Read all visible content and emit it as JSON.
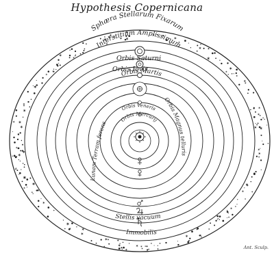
{
  "title": "Hypothesis Copernicana",
  "signature": "Ant. Sculp.",
  "labels": {
    "sphaera": "Sphæra Stellarum Fixarum",
    "interstitium": "Interstitium Amplissimum",
    "saturn": "Orbis Saturni",
    "jupiter": "Orbis Iovis",
    "mars": "Orbis Martis",
    "magnus": "Orbis Magnus telluris",
    "lunam": "Lunam Terram ferens",
    "venus": "Orbis Veneris",
    "mercury": "Orbis Mercurij",
    "stellis": "Stellis vacuum",
    "immobile": "Immobilis"
  }
}
